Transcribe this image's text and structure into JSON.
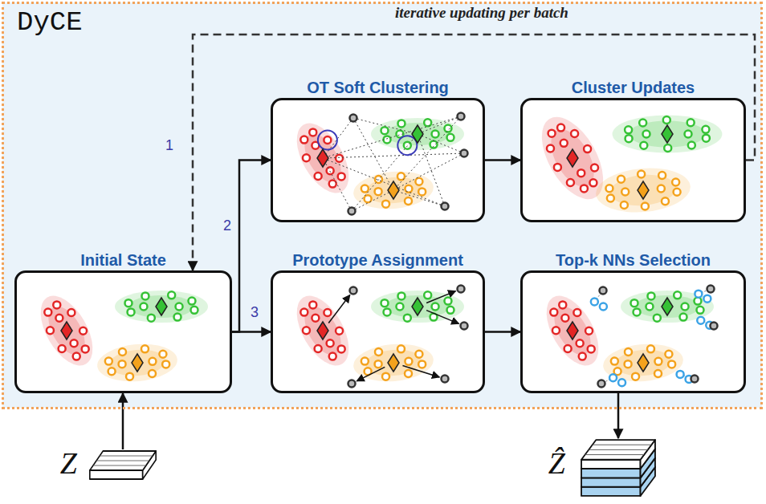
{
  "diagram": {
    "nodes": [
      {
        "text": [
          "DyCE"
        ]
      },
      {
        "text": [
          "Initial State"
        ],
        "in": 0
      },
      {
        "text": [
          "OT Soft Clustering"
        ],
        "in": 0
      },
      {
        "text": [
          "Cluster Updates"
        ],
        "in": 0
      },
      {
        "text": [
          "Prototype Assignment"
        ],
        "in": 0
      },
      {
        "text": [
          "Top-k NNs Selection"
        ],
        "in": 0
      },
      {
        "text": [
          "Z"
        ]
      },
      {
        "text": [
          "Ẑ"
        ]
      }
    ],
    "edges": [
      {
        "from": 6,
        "to": 1,
        "arrow": "to"
      },
      {
        "from": 1,
        "to": 2,
        "arrow": "to",
        "label": "2"
      },
      {
        "from": 1,
        "to": 4,
        "arrow": "to",
        "label": "3"
      },
      {
        "from": 2,
        "to": 3,
        "arrow": "to"
      },
      {
        "from": 3,
        "to": 1,
        "arrow": "to",
        "label": "1"
      },
      {
        "from": 4,
        "to": 5,
        "arrow": "to"
      },
      {
        "from": 5,
        "to": 7,
        "arrow": "to"
      }
    ],
    "labels": [
      "iterative updating per batch"
    ]
  }
}
